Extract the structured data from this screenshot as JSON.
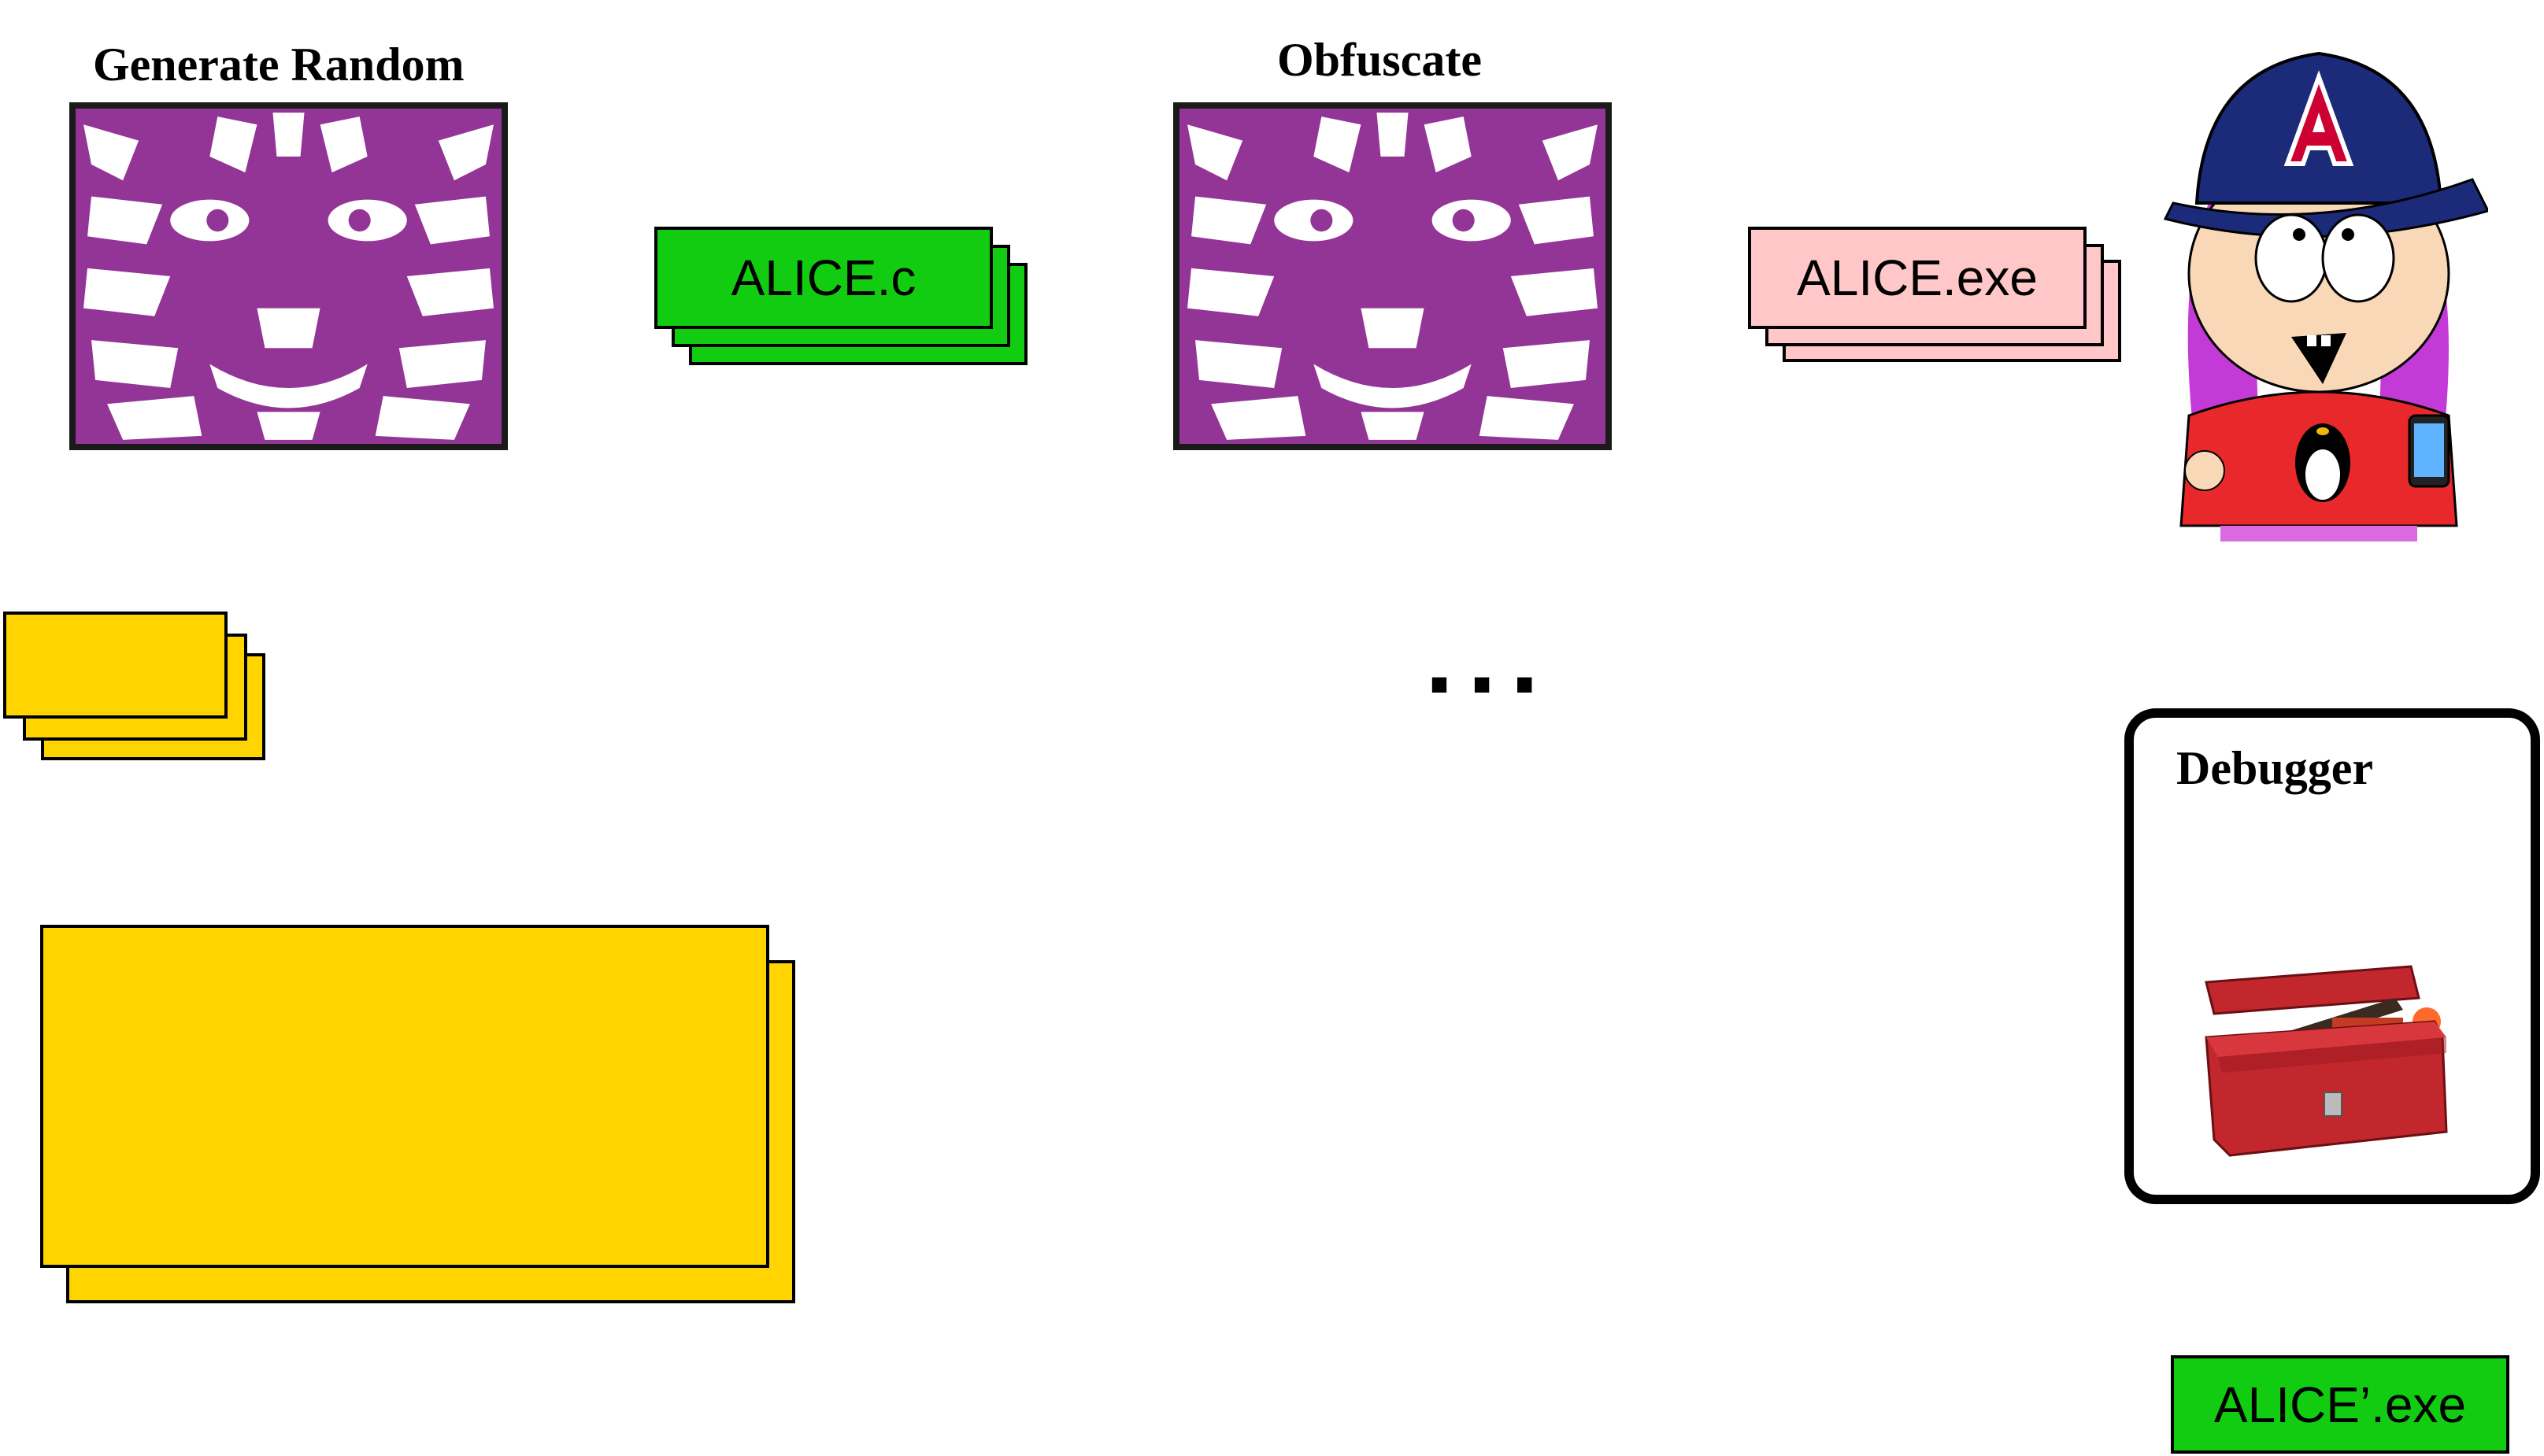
{
  "headings": {
    "generate_random": "Generate Random",
    "obfuscate": "Obfuscate",
    "debugger": "Debugger"
  },
  "files": {
    "source": "ALICE.c",
    "binary": "ALICE.exe",
    "cracked_binary": "ALICE’.exe"
  },
  "ellipsis": "...",
  "colors": {
    "tiger_purple": "#933597",
    "source_green": "#12cc12",
    "binary_pink": "#ffc7c7",
    "cracked_green": "#12cc12",
    "yellow_stack": "#ffd400"
  },
  "icons": {
    "tiger_image": "tiger-icon",
    "attacker_avatar": "cartoon-attacker-avatar",
    "toolbox": "toolbox-icon",
    "university_logo": "arizona-a-logo"
  }
}
